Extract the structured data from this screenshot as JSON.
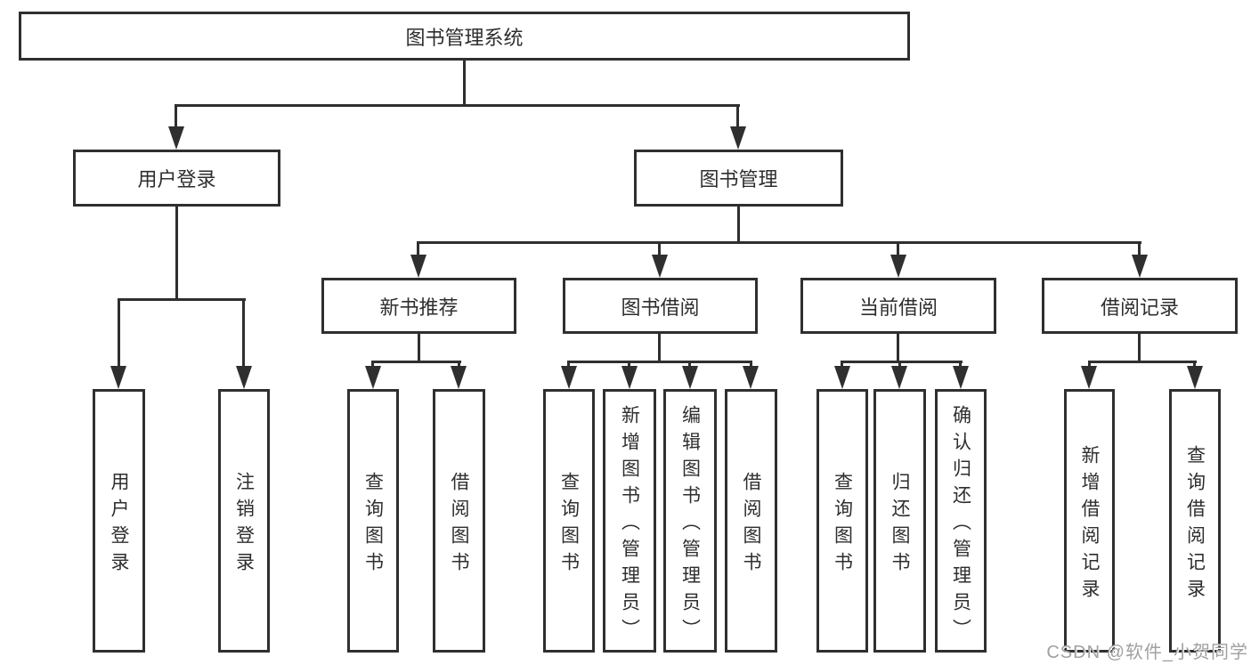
{
  "diagram": {
    "title": "图书管理系统",
    "root": {
      "label": "图书管理系统"
    },
    "branches": [
      {
        "label": "用户登录",
        "children": [
          {
            "label": "用户登录"
          },
          {
            "label": "注销登录"
          }
        ]
      },
      {
        "label": "图书管理",
        "children": [
          {
            "label": "新书推荐",
            "children": [
              {
                "label": "查询图书"
              },
              {
                "label": "借阅图书"
              }
            ]
          },
          {
            "label": "图书借阅",
            "children": [
              {
                "label": "查询图书"
              },
              {
                "label": "新增图书（管理员）"
              },
              {
                "label": "编辑图书（管理员）"
              },
              {
                "label": "借阅图书"
              }
            ]
          },
          {
            "label": "当前借阅",
            "children": [
              {
                "label": "查询图书"
              },
              {
                "label": "归还图书"
              },
              {
                "label": "确认归还（管理员）"
              }
            ]
          },
          {
            "label": "借阅记录",
            "children": [
              {
                "label": "新增借阅记录"
              },
              {
                "label": "查询借阅记录"
              }
            ]
          }
        ]
      }
    ]
  },
  "watermark": {
    "text": "CSDN @软件_小贺同学"
  },
  "colors": {
    "line": "#2f2f2f",
    "text": "#2e2e2e",
    "watermark": "#a0a0a0",
    "background": "#ffffff"
  }
}
